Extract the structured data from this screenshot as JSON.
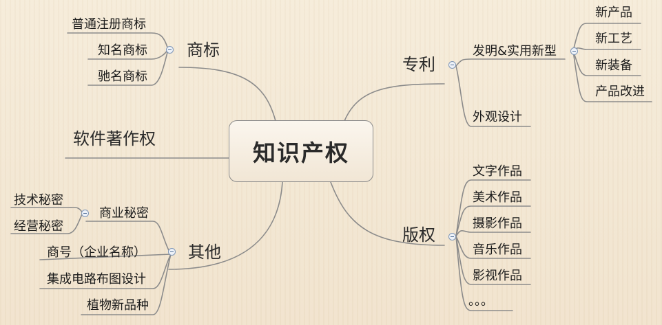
{
  "root": "知识产权",
  "branches": {
    "trademark": {
      "label": "商标",
      "children": [
        "普通注册商标",
        "知名商标",
        "驰名商标"
      ]
    },
    "software": {
      "label": "软件著作权"
    },
    "other": {
      "label": "其他",
      "children": [
        "商业秘密",
        "商号（企业名称）",
        "集成电路布图设计",
        "植物新品种"
      ],
      "trade_secret_children": [
        "技术秘密",
        "经营秘密"
      ]
    },
    "patent": {
      "label": "专利",
      "children": [
        "发明&实用新型",
        "外观设计"
      ],
      "invention_children": [
        "新产品",
        "新工艺",
        "新装备",
        "产品改进"
      ]
    },
    "copyright": {
      "label": "版权",
      "children": [
        "文字作品",
        "美术作品",
        "摄影作品",
        "音乐作品",
        "影视作品",
        "。。。"
      ]
    }
  }
}
